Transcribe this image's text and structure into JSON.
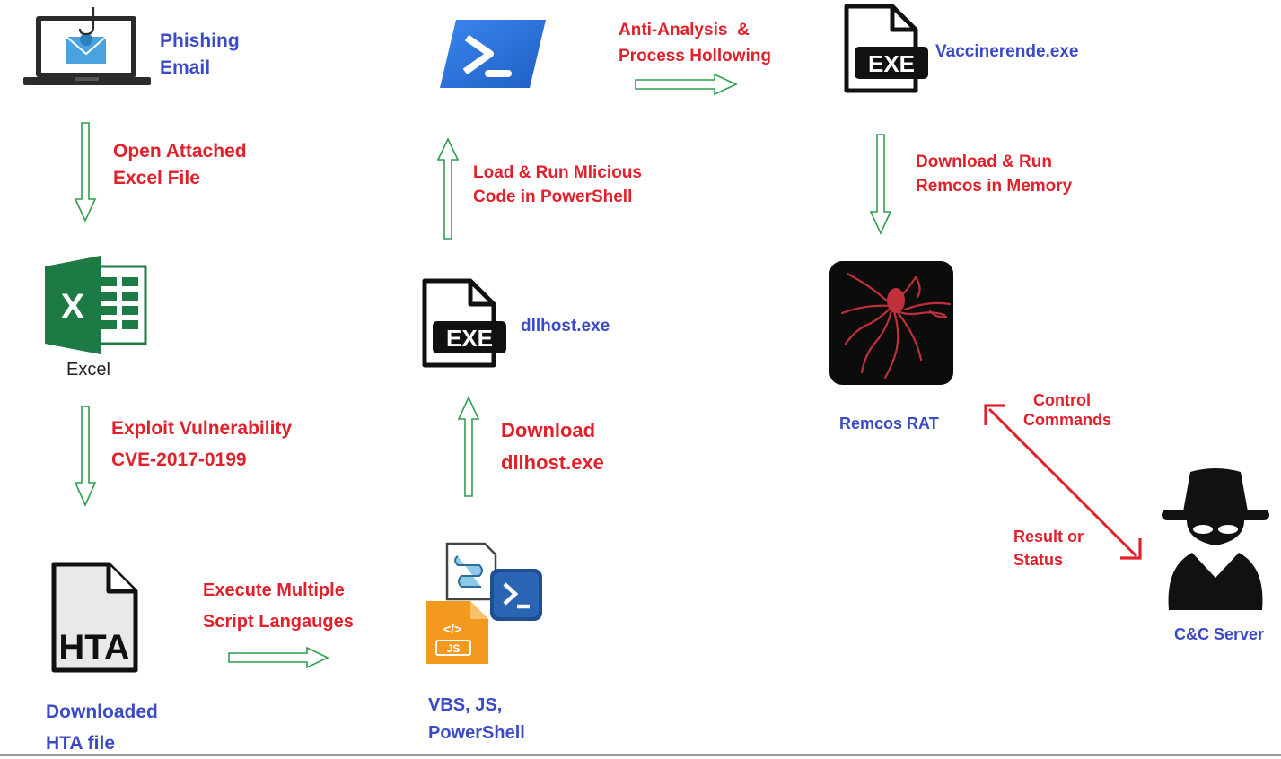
{
  "nodes": {
    "phishing_email": {
      "label_line1": "Phishing",
      "label_line2": "Email"
    },
    "excel": {
      "label": "Excel"
    },
    "hta": {
      "label_line1": "Downloaded",
      "label_line2": "HTA file",
      "badge": "HTA"
    },
    "scripts": {
      "label_line1": "VBS, JS,",
      "label_line2": "PowerShell",
      "badge": "JS"
    },
    "dllhost": {
      "label": "dllhost.exe",
      "badge": "EXE"
    },
    "powershell": {
      "label": ""
    },
    "vaccinerende": {
      "label": "Vaccinerende.exe",
      "badge": "EXE"
    },
    "remcos": {
      "label": "Remcos RAT"
    },
    "cnc": {
      "label": "C&C Server"
    }
  },
  "edges": {
    "open_excel": {
      "line1": "Open Attached",
      "line2": "Excel File"
    },
    "exploit": {
      "line1": "Exploit Vulnerability",
      "line2": "CVE-2017-0199"
    },
    "execute_scripts": {
      "line1": "Execute Multiple",
      "line2": "Script Langauges"
    },
    "download_dll": {
      "line1": "Download",
      "line2": "dllhost.exe"
    },
    "load_run": {
      "line1": "Load & Run Mlicious",
      "line2": "Code in PowerShell"
    },
    "anti_analysis": {
      "line1": "Anti-Analysis  &",
      "line2": "Process Hollowing"
    },
    "download_remcos": {
      "line1": "Download & Run",
      "line2": "Remcos in Memory"
    },
    "control": {
      "line1": "Control",
      "line2": "Commands"
    },
    "result": {
      "line1": "Result or",
      "line2": "Status"
    }
  },
  "colors": {
    "node_label": "#3b4bc8",
    "edge_label": "#e0202a",
    "flow_arrow": "#2e9e4f",
    "cnc_arrow": "#e0202a",
    "excel_green": "#1d7a45",
    "powershell_blue": "#2a6fdb"
  }
}
